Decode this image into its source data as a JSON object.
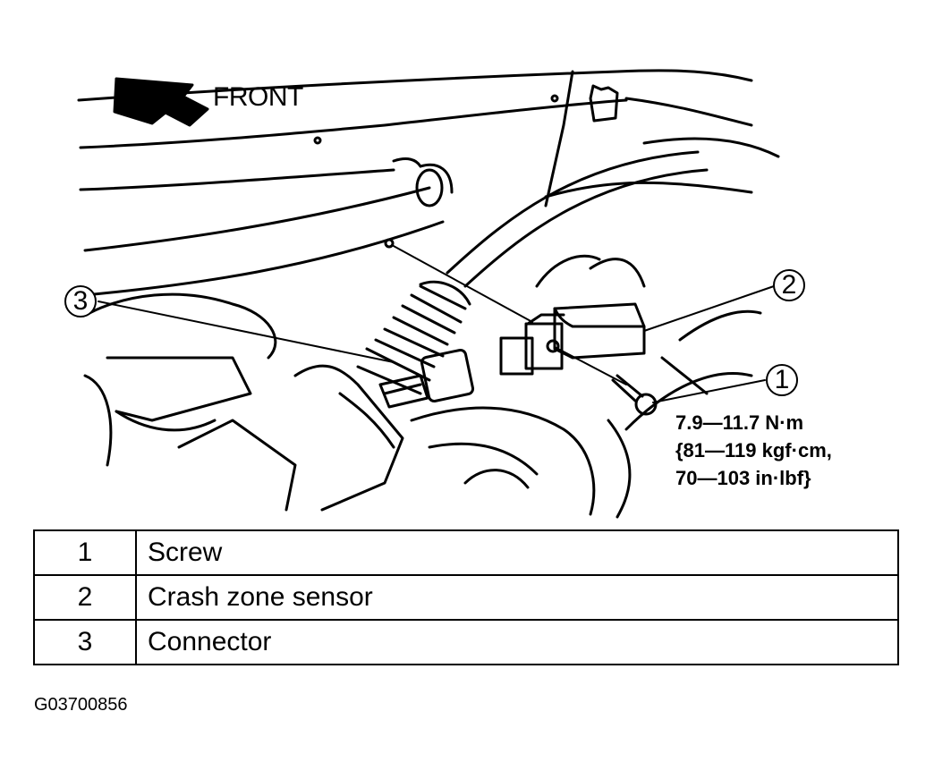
{
  "diagram": {
    "direction_label": "FRONT",
    "torque_spec": {
      "line1": "7.9—11.7 N·m",
      "line2": "{81—119 kgf·cm,",
      "line3": "70—103 in·lbf}"
    },
    "callouts": [
      "1",
      "2",
      "3"
    ]
  },
  "legend": {
    "rows": [
      {
        "number": "1",
        "description": "Screw"
      },
      {
        "number": "2",
        "description": "Crash zone sensor"
      },
      {
        "number": "3",
        "description": "Connector"
      }
    ]
  },
  "figure_id": "G03700856"
}
